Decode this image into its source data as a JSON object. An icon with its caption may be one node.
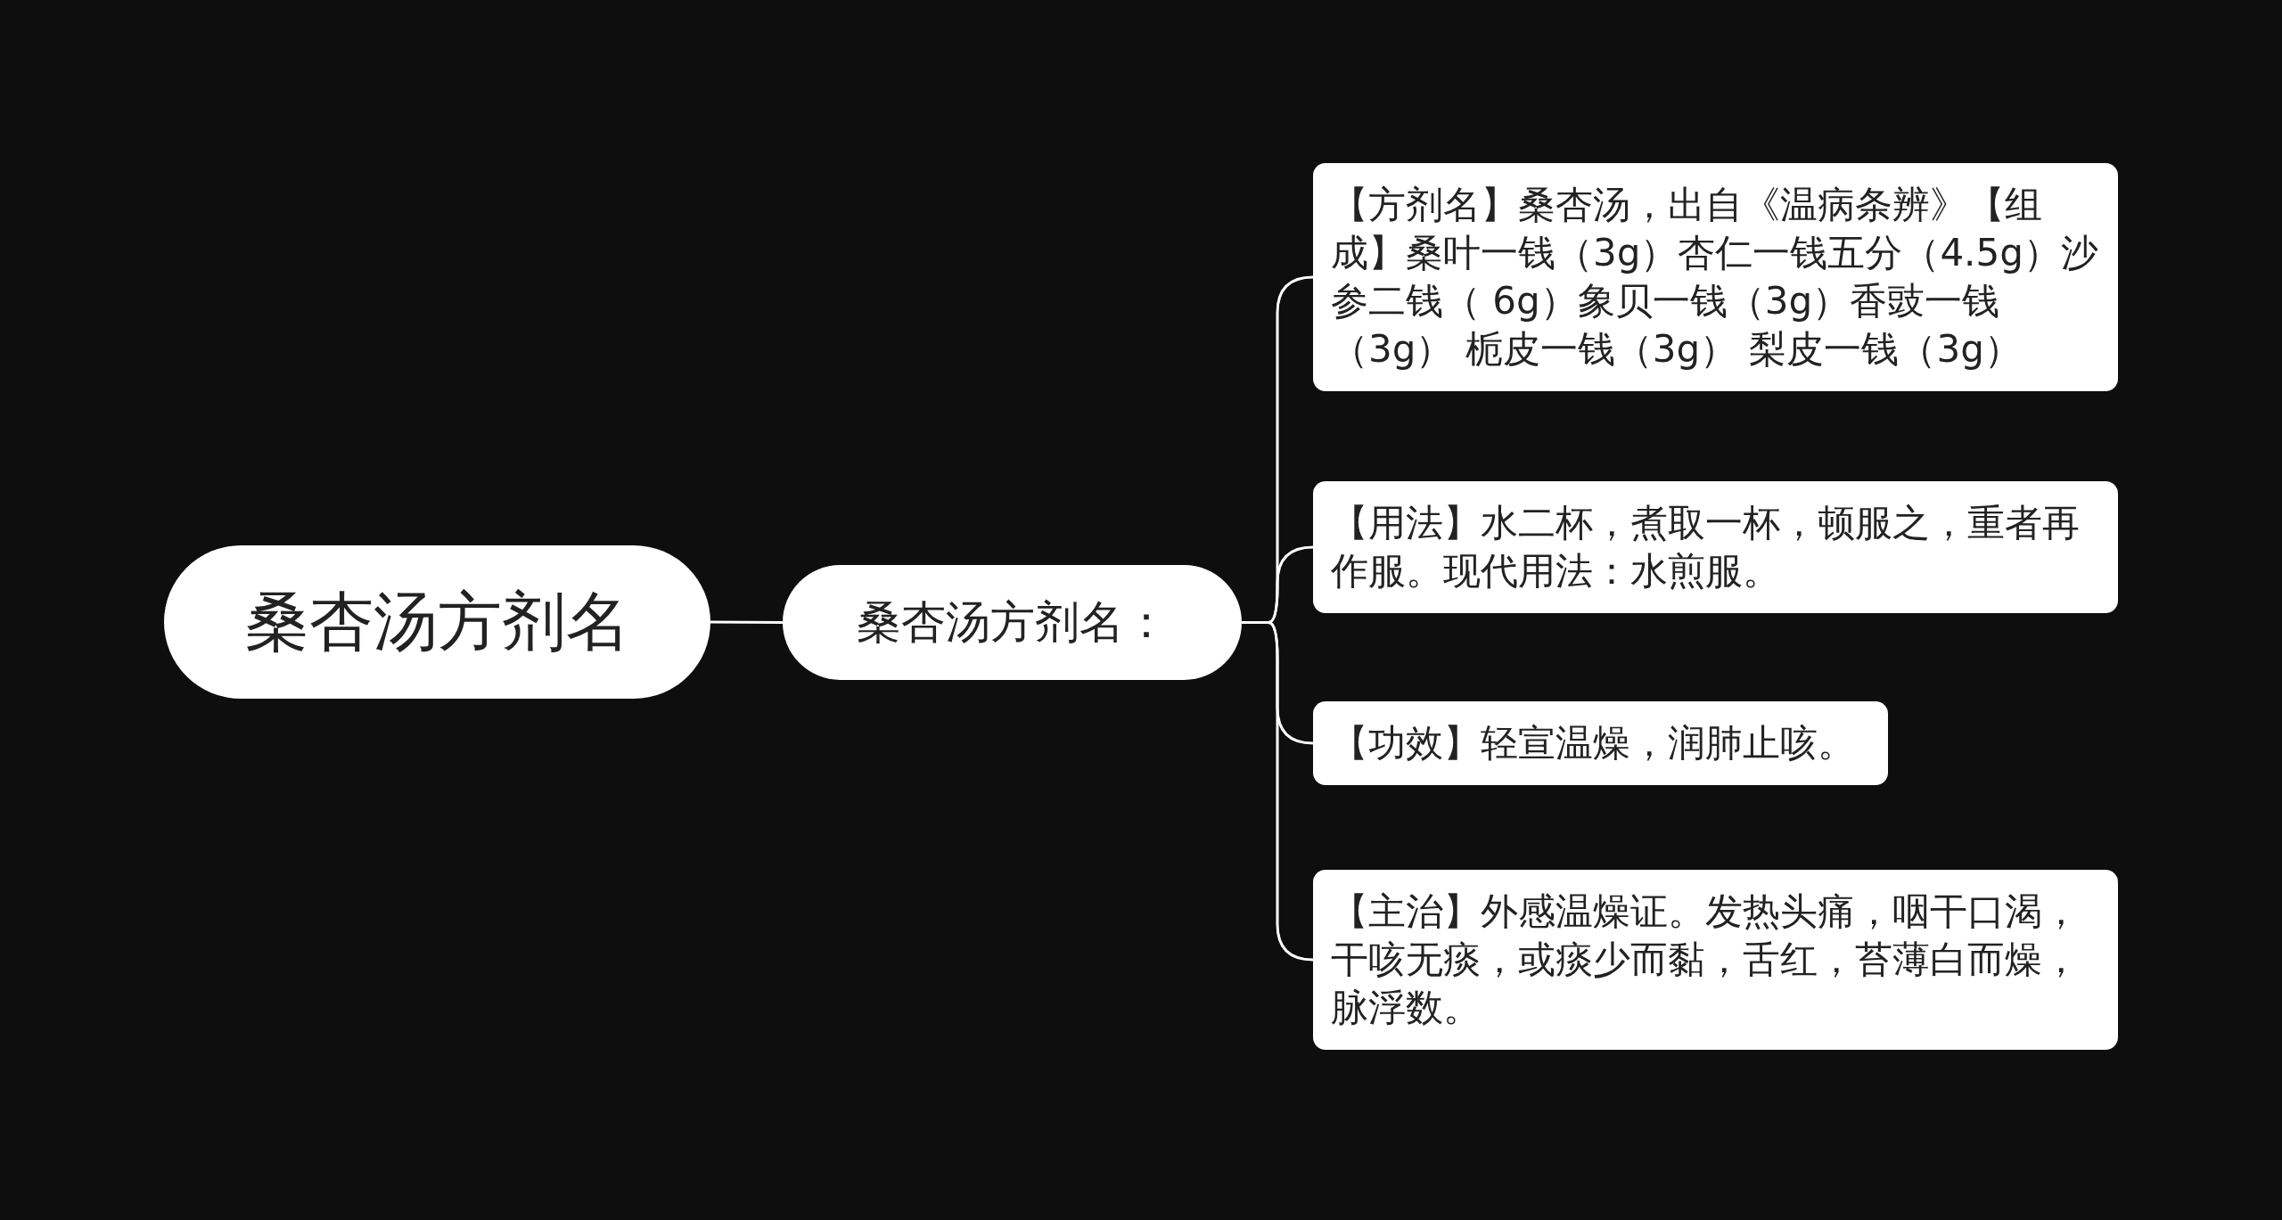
{
  "diagram": {
    "nodes": [
      {
        "text": [
          "桑杏汤方剂名"
        ]
      },
      {
        "text": [
          "桑杏汤方剂名："
        ]
      },
      {
        "text": [
          "【方剂名】桑杏汤，出自《温病条辨》【组成】桑叶一钱（3g）杏仁一钱五分（4.5g）沙参二钱（ 6g）象贝一钱（3g）香豉一钱（3g） 栀皮一钱（3g） 梨皮一钱（3g）"
        ]
      },
      {
        "text": [
          "【用法】水二杯，煮取一杯，顿服之，重者再作服。现代用法：水煎服。"
        ]
      },
      {
        "text": [
          "【功效】轻宣温燥，润肺止咳。"
        ]
      },
      {
        "text": [
          "【主治】外感温燥证。发热头痛，咽干口渴，干咳无痰，或痰少而黏，舌红，苔薄白而燥，脉浮数。"
        ]
      }
    ],
    "edges": [
      {
        "from": 0,
        "to": 1,
        "arrow": "none"
      },
      {
        "from": 1,
        "to": 2,
        "arrow": "none"
      },
      {
        "from": 1,
        "to": 3,
        "arrow": "none"
      },
      {
        "from": 1,
        "to": 4,
        "arrow": "none"
      },
      {
        "from": 1,
        "to": 5,
        "arrow": "none"
      }
    ]
  }
}
